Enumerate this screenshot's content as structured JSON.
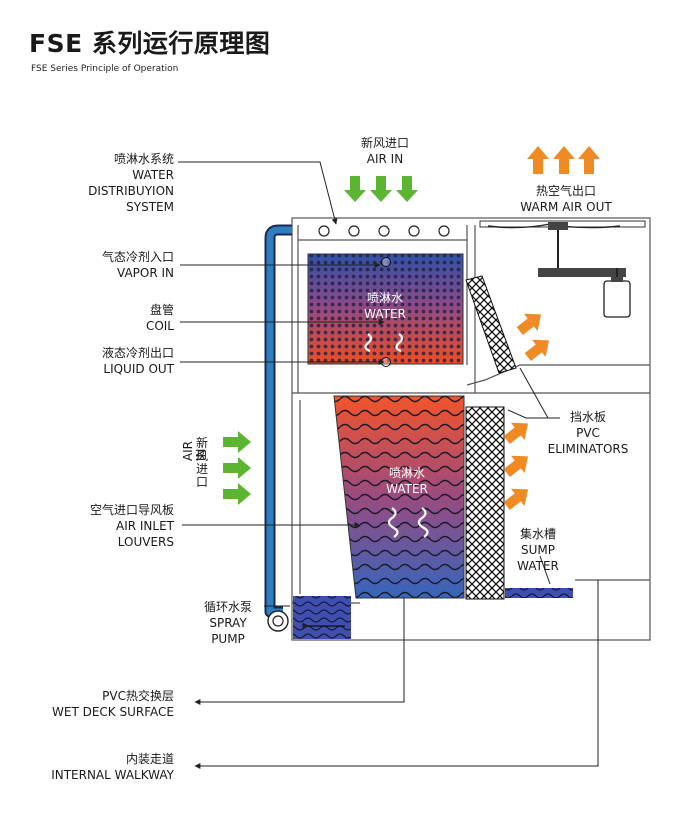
{
  "header": {
    "title": "FSE 系列运行原理图",
    "subtitle": "FSE Series Principle of Operation"
  },
  "labels": {
    "fresh_air_top_zh": "新风进口",
    "fresh_air_top_en": "AIR IN",
    "warm_air_zh": "热空气出口",
    "warm_air_en": "WARM AIR OUT",
    "spray_system_zh": "喷淋水系统",
    "spray_system_en1": "WATER",
    "spray_system_en2": "DISTRIBUYION",
    "spray_system_en3": "SYSTEM",
    "vapor_zh": "气态冷剂入口",
    "vapor_en": "VAPOR IN",
    "coil_zh": "盘管",
    "coil_en": "COIL",
    "liquid_zh": "液态冷剂出口",
    "liquid_en": "LIQUID OUT",
    "water_upper_zh": "喷淋水",
    "water_upper_en": "WATER",
    "side_air_zh": "新风进口",
    "side_air_en": "AIR IN",
    "louvers_zh": "空气进口导风板",
    "louvers_en1": "AIR INLET",
    "louvers_en2": "LOUVERS",
    "water_lower_zh": "喷淋水",
    "water_lower_en": "WATER",
    "eliminators_zh": "挡水板",
    "eliminators_en1": "PVC",
    "eliminators_en2": "ELIMINATORS",
    "sump_zh": "集水槽",
    "sump_en1": "SUMP",
    "sump_en2": "WATER",
    "pump_zh": "循环水泵",
    "pump_en1": "SPRAY",
    "pump_en2": "PUMP",
    "wetdeck_zh": "PVC热交换层",
    "wetdeck_en": "WET DECK SURFACE",
    "walkway_zh": "内装走道",
    "walkway_en": "INTERNAL WALKWAY"
  },
  "colors": {
    "green_arrow": "#5cb531",
    "orange_arrow": "#f08a24",
    "pipe_blue": "#2f7fc0",
    "coil_top": "#2f52a6",
    "coil_bottom": "#ee4e22",
    "deck_top": "#f2542a",
    "deck_bottom": "#3566bd",
    "sump_water": "#3f4fae"
  },
  "icons": [
    "green-arrow-icon",
    "orange-arrow-icon",
    "fan-icon",
    "motor-icon",
    "nozzle-icon",
    "pump-icon"
  ]
}
